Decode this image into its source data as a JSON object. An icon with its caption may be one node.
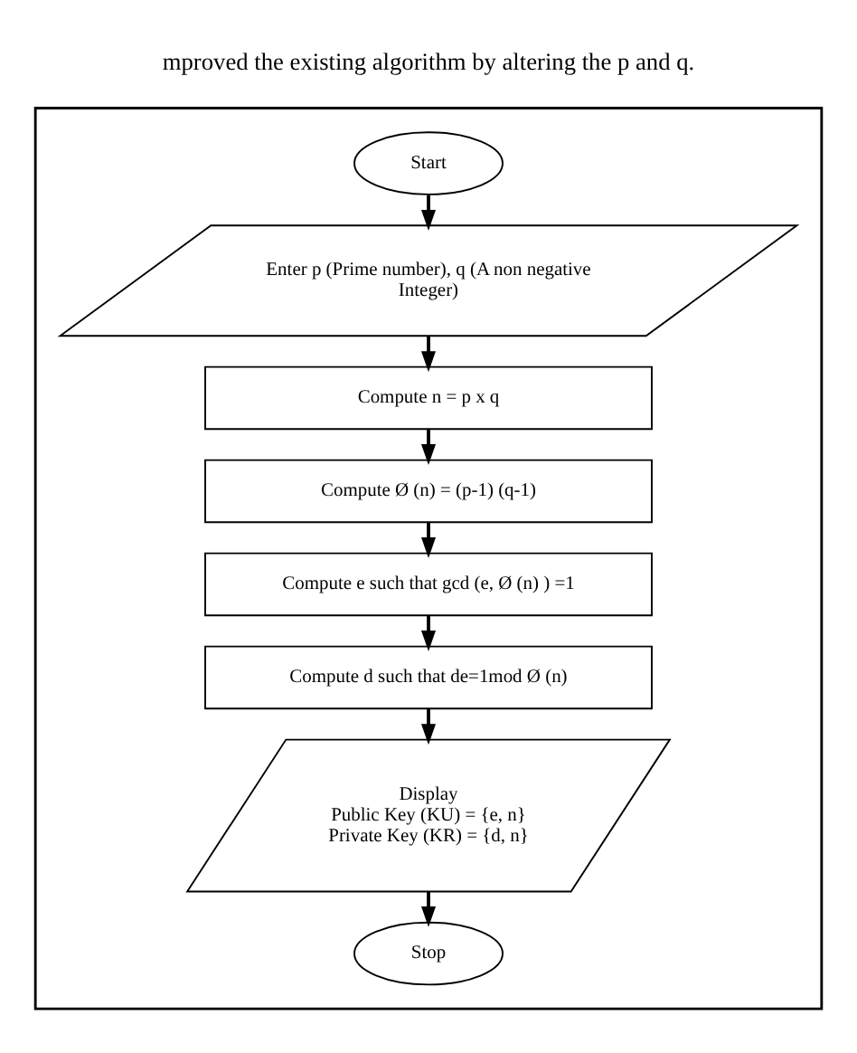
{
  "diagram": {
    "nodes": [
      {
        "text": [],
        "shape": "box"
      },
      {
        "text": [
          "Start"
        ],
        "in": 0
      },
      {
        "text": [
          "Enter p (Prime number), q (A non negative Integer)"
        ],
        "in": 0
      },
      {
        "text": [
          "Compute n = p x q"
        ],
        "in": 0
      },
      {
        "text": [
          "Compute Ø (n) = (p-1) (q-1)"
        ],
        "in": 0
      },
      {
        "text": [
          "Compute e such that gcd (e, Ø (n) ) =1"
        ],
        "in": 0
      },
      {
        "text": [
          "Compute d such that de=1mod Ø (n)"
        ],
        "in": 0
      },
      {
        "text": [
          "Display",
          "Public Key (KU) = {e, n}",
          "Private Key (KR) = {d, n}"
        ],
        "in": 0
      },
      {
        "text": [
          "Stop"
        ],
        "in": 0
      }
    ],
    "edges": [
      {
        "from": 1,
        "to": 2,
        "arrow": "to"
      },
      {
        "from": 2,
        "to": 3,
        "arrow": "to"
      },
      {
        "from": 3,
        "to": 4,
        "arrow": "to"
      },
      {
        "from": 4,
        "to": 5,
        "arrow": "to"
      },
      {
        "from": 5,
        "to": 6,
        "arrow": "to"
      },
      {
        "from": 6,
        "to": 7,
        "arrow": "to"
      },
      {
        "from": 7,
        "to": 8,
        "arrow": "to"
      }
    ],
    "labels": [
      "mproved the existing algorithm by altering the p and q."
    ]
  }
}
